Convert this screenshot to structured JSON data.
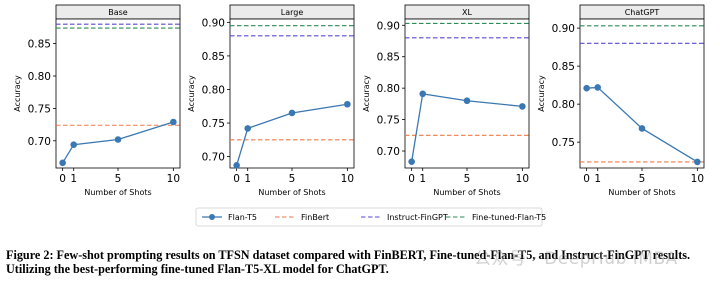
{
  "chart_data": [
    {
      "type": "line",
      "title": "Base",
      "xlabel": "Number of Shots",
      "ylabel": "Accuracy",
      "x": [
        0,
        1,
        5,
        10
      ],
      "xticks": [
        "0",
        "1",
        "5",
        "10"
      ],
      "ylim": [
        0.658,
        0.888
      ],
      "yticks": [
        0.7,
        0.75,
        0.8,
        0.85
      ],
      "ytick_labels": [
        "0.70",
        "0.75",
        "0.80",
        "0.85"
      ],
      "series": [
        {
          "name": "Flan-T5",
          "values": [
            0.666,
            0.694,
            0.702,
            0.729
          ]
        }
      ],
      "reference_lines": [
        {
          "name": "FinBert",
          "value": 0.724
        },
        {
          "name": "Instruct-FinGPT",
          "value": 0.88
        },
        {
          "name": "Fine-tuned-Flan-T5",
          "value": 0.874
        }
      ]
    },
    {
      "type": "line",
      "title": "Large",
      "xlabel": "Number of Shots",
      "ylabel": "Accuracy",
      "x": [
        0,
        1,
        5,
        10
      ],
      "xticks": [
        "0",
        "1",
        "5",
        "10"
      ],
      "ylim": [
        0.683,
        0.905
      ],
      "yticks": [
        0.7,
        0.75,
        0.8,
        0.85,
        0.9
      ],
      "ytick_labels": [
        "0.70",
        "0.75",
        "0.80",
        "0.85",
        "0.90"
      ],
      "series": [
        {
          "name": "Flan-T5",
          "values": [
            0.687,
            0.742,
            0.765,
            0.778
          ]
        }
      ],
      "reference_lines": [
        {
          "name": "FinBert",
          "value": 0.725
        },
        {
          "name": "Instruct-FinGPT",
          "value": 0.88
        },
        {
          "name": "Fine-tuned-Flan-T5",
          "value": 0.895
        }
      ]
    },
    {
      "type": "line",
      "title": "XL",
      "xlabel": "Number of Shots",
      "ylabel": "Accuracy",
      "x": [
        0,
        1,
        5,
        10
      ],
      "xticks": [
        "0",
        "1",
        "5",
        "10"
      ],
      "ylim": [
        0.673,
        0.91
      ],
      "yticks": [
        0.7,
        0.75,
        0.8,
        0.85,
        0.9
      ],
      "ytick_labels": [
        "0.70",
        "0.75",
        "0.80",
        "0.85",
        "0.90"
      ],
      "series": [
        {
          "name": "Flan-T5",
          "values": [
            0.683,
            0.791,
            0.78,
            0.771
          ]
        }
      ],
      "reference_lines": [
        {
          "name": "FinBert",
          "value": 0.725
        },
        {
          "name": "Instruct-FinGPT",
          "value": 0.88
        },
        {
          "name": "Fine-tuned-Flan-T5",
          "value": 0.903
        }
      ]
    },
    {
      "type": "line",
      "title": "ChatGPT",
      "xlabel": "Number of Shots",
      "ylabel": "Accuracy",
      "x": [
        0,
        1,
        5,
        10
      ],
      "xticks": [
        "0",
        "1",
        "5",
        "10"
      ],
      "ylim": [
        0.716,
        0.912
      ],
      "yticks": [
        0.75,
        0.8,
        0.85,
        0.9
      ],
      "ytick_labels": [
        "0.75",
        "0.80",
        "0.85",
        "0.90"
      ],
      "series": [
        {
          "name": "Flan-T5",
          "values": [
            0.821,
            0.822,
            0.768,
            0.724
          ]
        }
      ],
      "reference_lines": [
        {
          "name": "FinBert",
          "value": 0.724
        },
        {
          "name": "Instruct-FinGPT",
          "value": 0.88
        },
        {
          "name": "Fine-tuned-Flan-T5",
          "value": 0.903
        }
      ]
    }
  ],
  "legend": {
    "placement": "bottom-center",
    "items": [
      {
        "label": "Flan-T5",
        "color": "#3a78b4",
        "style": "line-marker"
      },
      {
        "label": "FinBert",
        "color": "#f07a4a",
        "style": "dashed"
      },
      {
        "label": "Instruct-FinGPT",
        "color": "#5a4ad6",
        "style": "dashed"
      },
      {
        "label": "Fine-tuned-Flan-T5",
        "color": "#2e8b57",
        "style": "dashed"
      }
    ]
  },
  "caption": "Figure 2: Few-shot prompting results on TFSN dataset compared with FinBERT, Fine-tuned-Flan-T5, and Instruct-FinGPT results. Utilizing the best-performing fine-tuned Flan-T5-XL model for ChatGPT.",
  "watermark": "公众号 · DeepHub IMBA"
}
